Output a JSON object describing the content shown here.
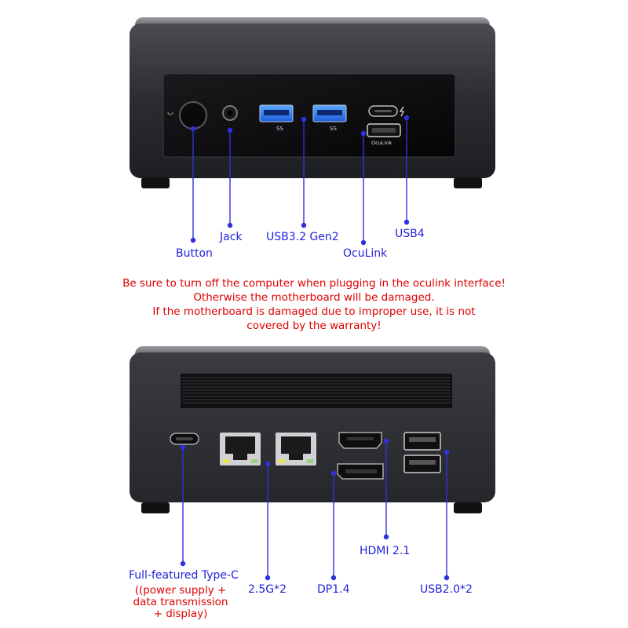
{
  "front": {
    "labels": {
      "button": "Button",
      "jack": "Jack",
      "usb32": "USB3.2 Gen2",
      "oculink": "OcuLink",
      "usb4": "USB4"
    },
    "port_marks": {
      "ss": "SS",
      "oculink": "OcuLink"
    }
  },
  "warning": {
    "lines": [
      "Be sure to turn off the computer when plugging in the oculink interface!",
      "Otherwise the motherboard will be damaged.",
      "If the motherboard is damaged due to improper use, it is not",
      "covered by the warranty!"
    ]
  },
  "rear": {
    "labels": {
      "typec": "Full-featured Type-C",
      "typec_sub": [
        "((power supply +",
        "data transmission",
        "+ display)"
      ],
      "lan": "2.5G*2",
      "dp": "DP1.4",
      "hdmi": "HDMI 2.1",
      "usb20": "USB2.0*2"
    }
  },
  "colors": {
    "label": "#2222dd",
    "warning": "#e00000",
    "leader": "#3030e0",
    "device_body": "#2a2c30",
    "panel": "#0c0c0e"
  }
}
